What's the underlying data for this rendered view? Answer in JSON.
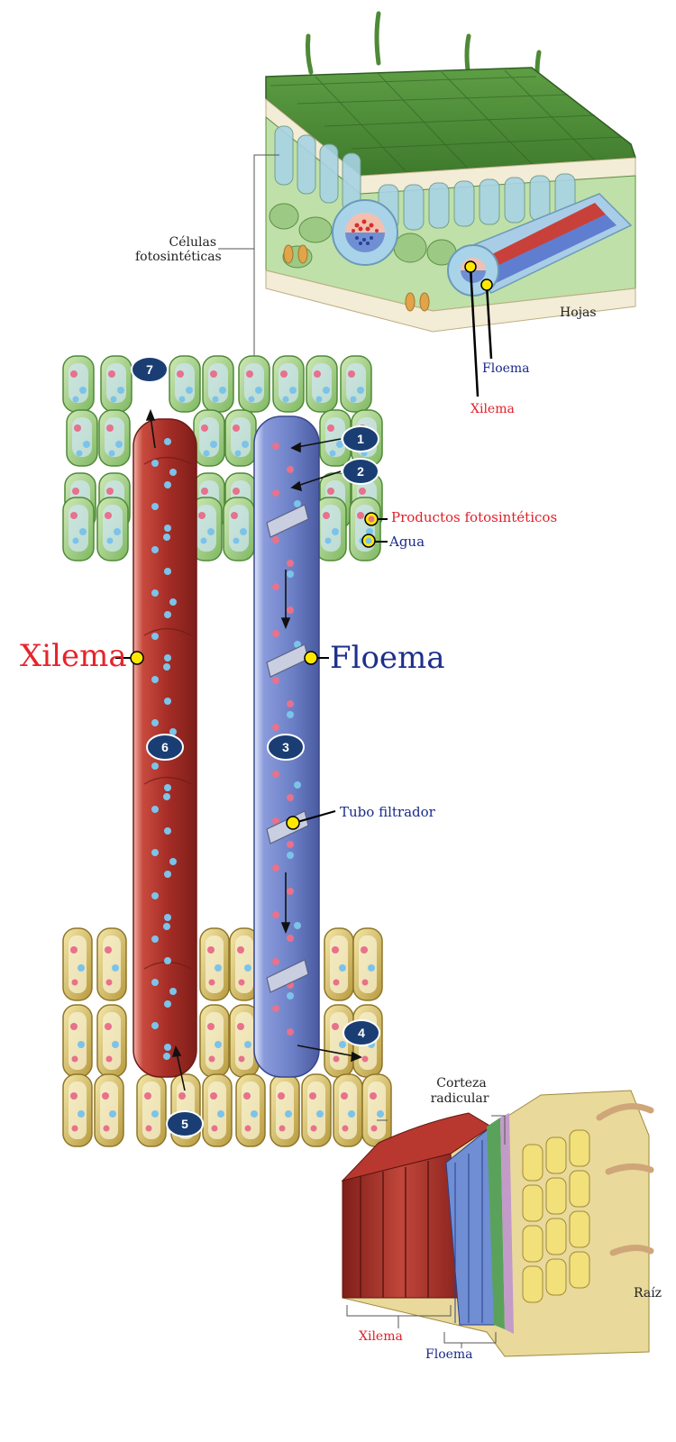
{
  "labels": {
    "celulas_line1": "Células",
    "celulas_line2": "fotosintéticas",
    "hojas": "Hojas",
    "floema_leaf": "Floema",
    "xilema_leaf": "Xilema",
    "productos": "Productos fotosintéticos",
    "agua": "Agua",
    "xilema_big": "Xilema",
    "floema_big": "Floema",
    "tubo": "Tubo filtrador",
    "corteza_line1": "Corteza",
    "corteza_line2": "radicular",
    "raiz": "Raíz",
    "xilema_root": "Xilema",
    "floema_root": "Floema"
  },
  "steps": [
    "1",
    "2",
    "3",
    "4",
    "5",
    "6",
    "7"
  ],
  "colors": {
    "xylem": "#b8342c",
    "phloem": "#7a8fd0",
    "leaf_cell": "#9fcb86",
    "root_cell": "#c9b35a",
    "sugar": "#e8718b",
    "water": "#7cc3ea",
    "badge": "#1a3e73",
    "marker": "#ffe800"
  }
}
